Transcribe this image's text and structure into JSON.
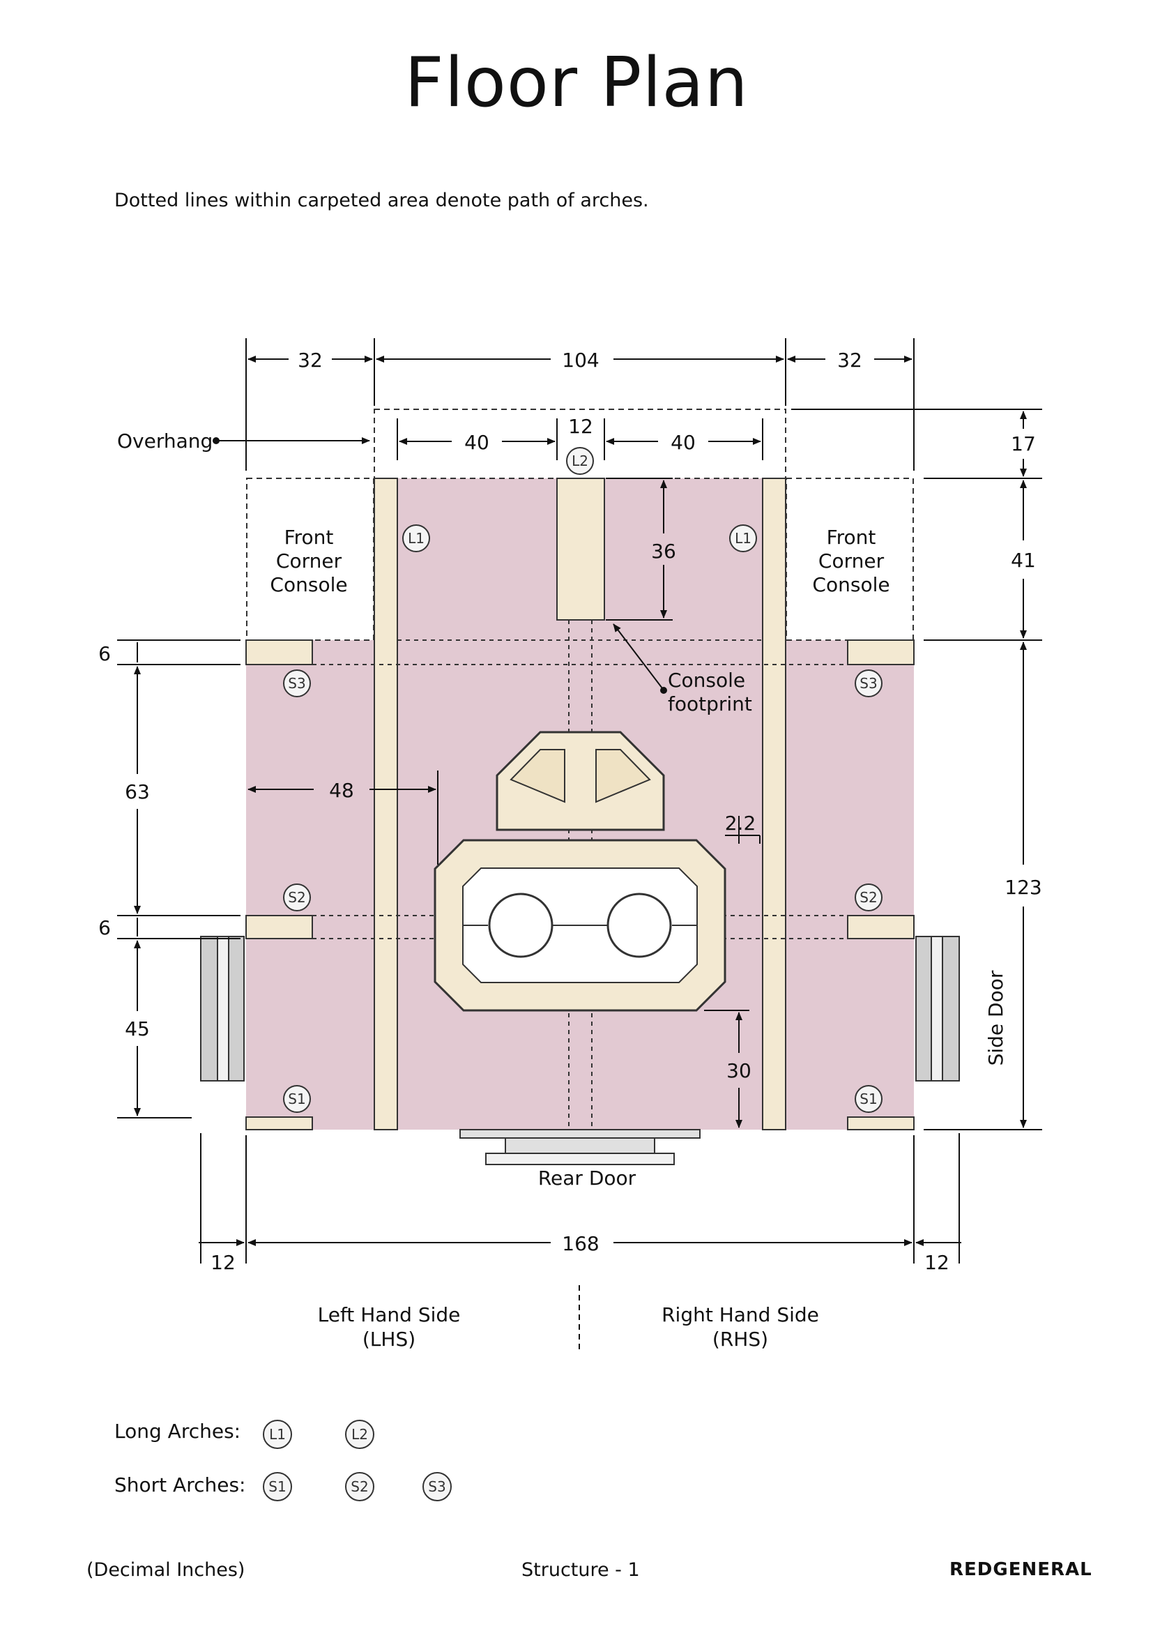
{
  "title": "Floor Plan",
  "note": "Dotted lines within carpeted area denote path of arches.",
  "dimensions": {
    "top_left": "32",
    "top_center": "104",
    "top_right": "32",
    "inner_left": "40",
    "inner_center": "12",
    "inner_right": "40",
    "right_top": "17",
    "right_mid": "41",
    "right_main": "123",
    "console_depth": "36",
    "left_a": "6",
    "left_b": "63",
    "left_c": "6",
    "left_d": "45",
    "span_48": "48",
    "gap": "2.2",
    "rear_gap": "30",
    "bottom_left": "12",
    "bottom_center": "168",
    "bottom_right": "12"
  },
  "labels": {
    "overhang": "Overhang",
    "front_corner_console": [
      "Front",
      "Corner",
      "Console"
    ],
    "console_footprint": [
      "Console",
      "footprint"
    ],
    "side_door": "Side Door",
    "rear_door": "Rear Door",
    "lhs": [
      "Left Hand Side",
      "(LHS)"
    ],
    "rhs": [
      "Right Hand Side",
      "(RHS)"
    ]
  },
  "markers": {
    "L1": "L1",
    "L2": "L2",
    "S1": "S1",
    "S2": "S2",
    "S3": "S3"
  },
  "legend": {
    "long_label": "Long Arches:",
    "long_items": [
      "L1",
      "L2"
    ],
    "short_label": "Short Arches:",
    "short_items": [
      "S1",
      "S2",
      "S3"
    ]
  },
  "footer": {
    "units": "(Decimal Inches)",
    "section": "Structure - 1",
    "brand": "REDGENERAL"
  },
  "colors": {
    "carpet": "#e2c9d2",
    "beam": "#f3e9d2",
    "outline": "#333333",
    "metal": "#8a8a8a"
  }
}
